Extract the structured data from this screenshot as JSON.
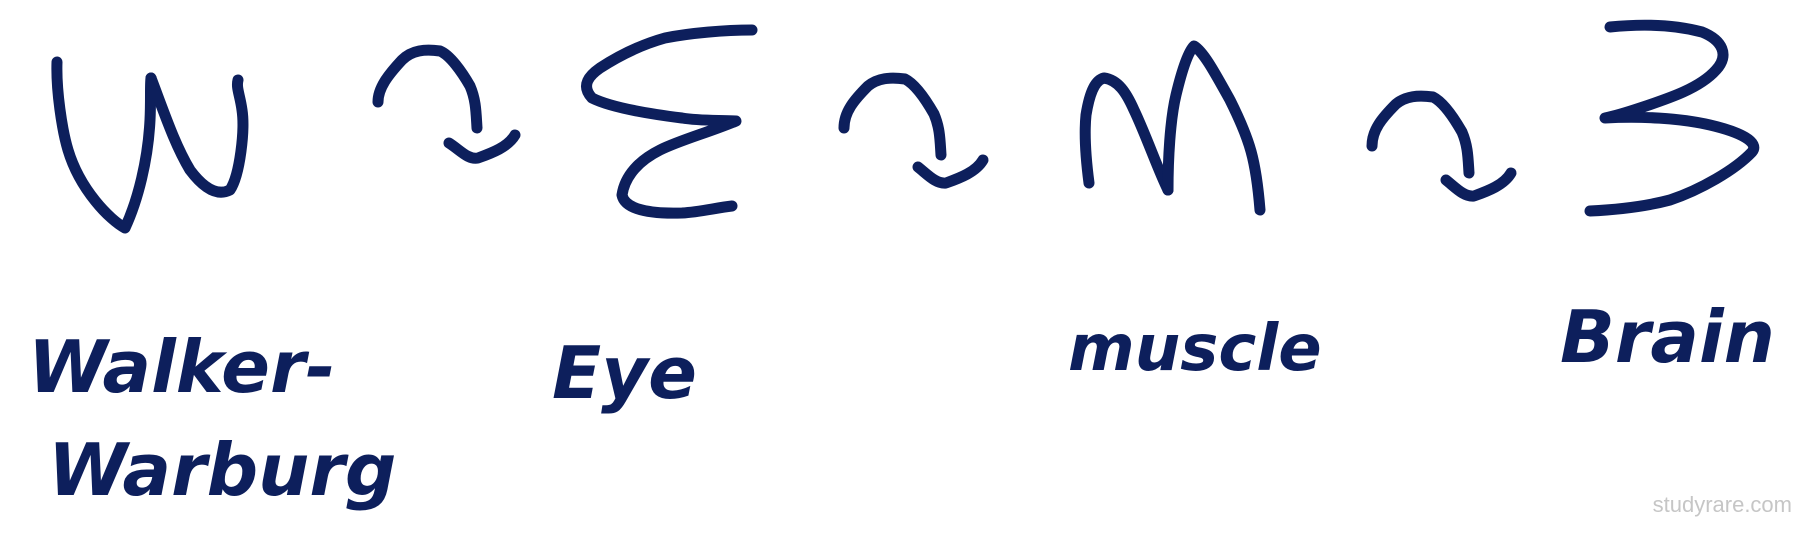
{
  "mnemonic": {
    "letters": [
      {
        "glyph": "W",
        "label_lines": [
          "Walker-",
          "Warburg"
        ]
      },
      {
        "glyph": "E",
        "label_lines": [
          "Eye"
        ]
      },
      {
        "glyph": "M",
        "label_lines": [
          "muscle"
        ]
      },
      {
        "glyph": "3",
        "label_lines": [
          "Brain"
        ]
      }
    ]
  },
  "watermark": "studyrare.com",
  "colors": {
    "ink": "#0d1f5c",
    "watermark": "#c6c6c6",
    "background": "#ffffff"
  }
}
